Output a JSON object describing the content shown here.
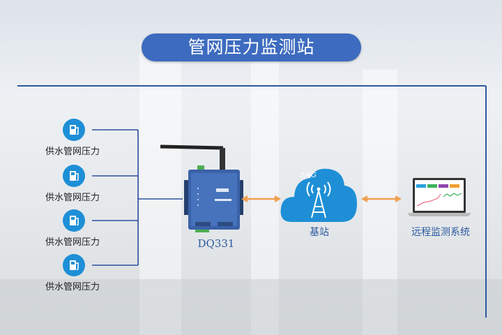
{
  "title": "管网压力监测站",
  "sensors": [
    {
      "label": "供水管网压力",
      "icon": "fuel-pump-icon"
    },
    {
      "label": "供水管网压力",
      "icon": "fuel-pump-icon"
    },
    {
      "label": "供水管网压力",
      "icon": "fuel-pump-icon"
    },
    {
      "label": "供水管网压力",
      "icon": "fuel-pump-icon"
    }
  ],
  "device": {
    "model": "DQ331"
  },
  "base_station": {
    "label": "基站",
    "network": "2/4G"
  },
  "monitor": {
    "label": "远程监测系统"
  },
  "colors": {
    "accent": "#3d6bbf",
    "icon": "#1e8fd6",
    "arrow": "#f0a050",
    "line": "#2c4fa0"
  }
}
